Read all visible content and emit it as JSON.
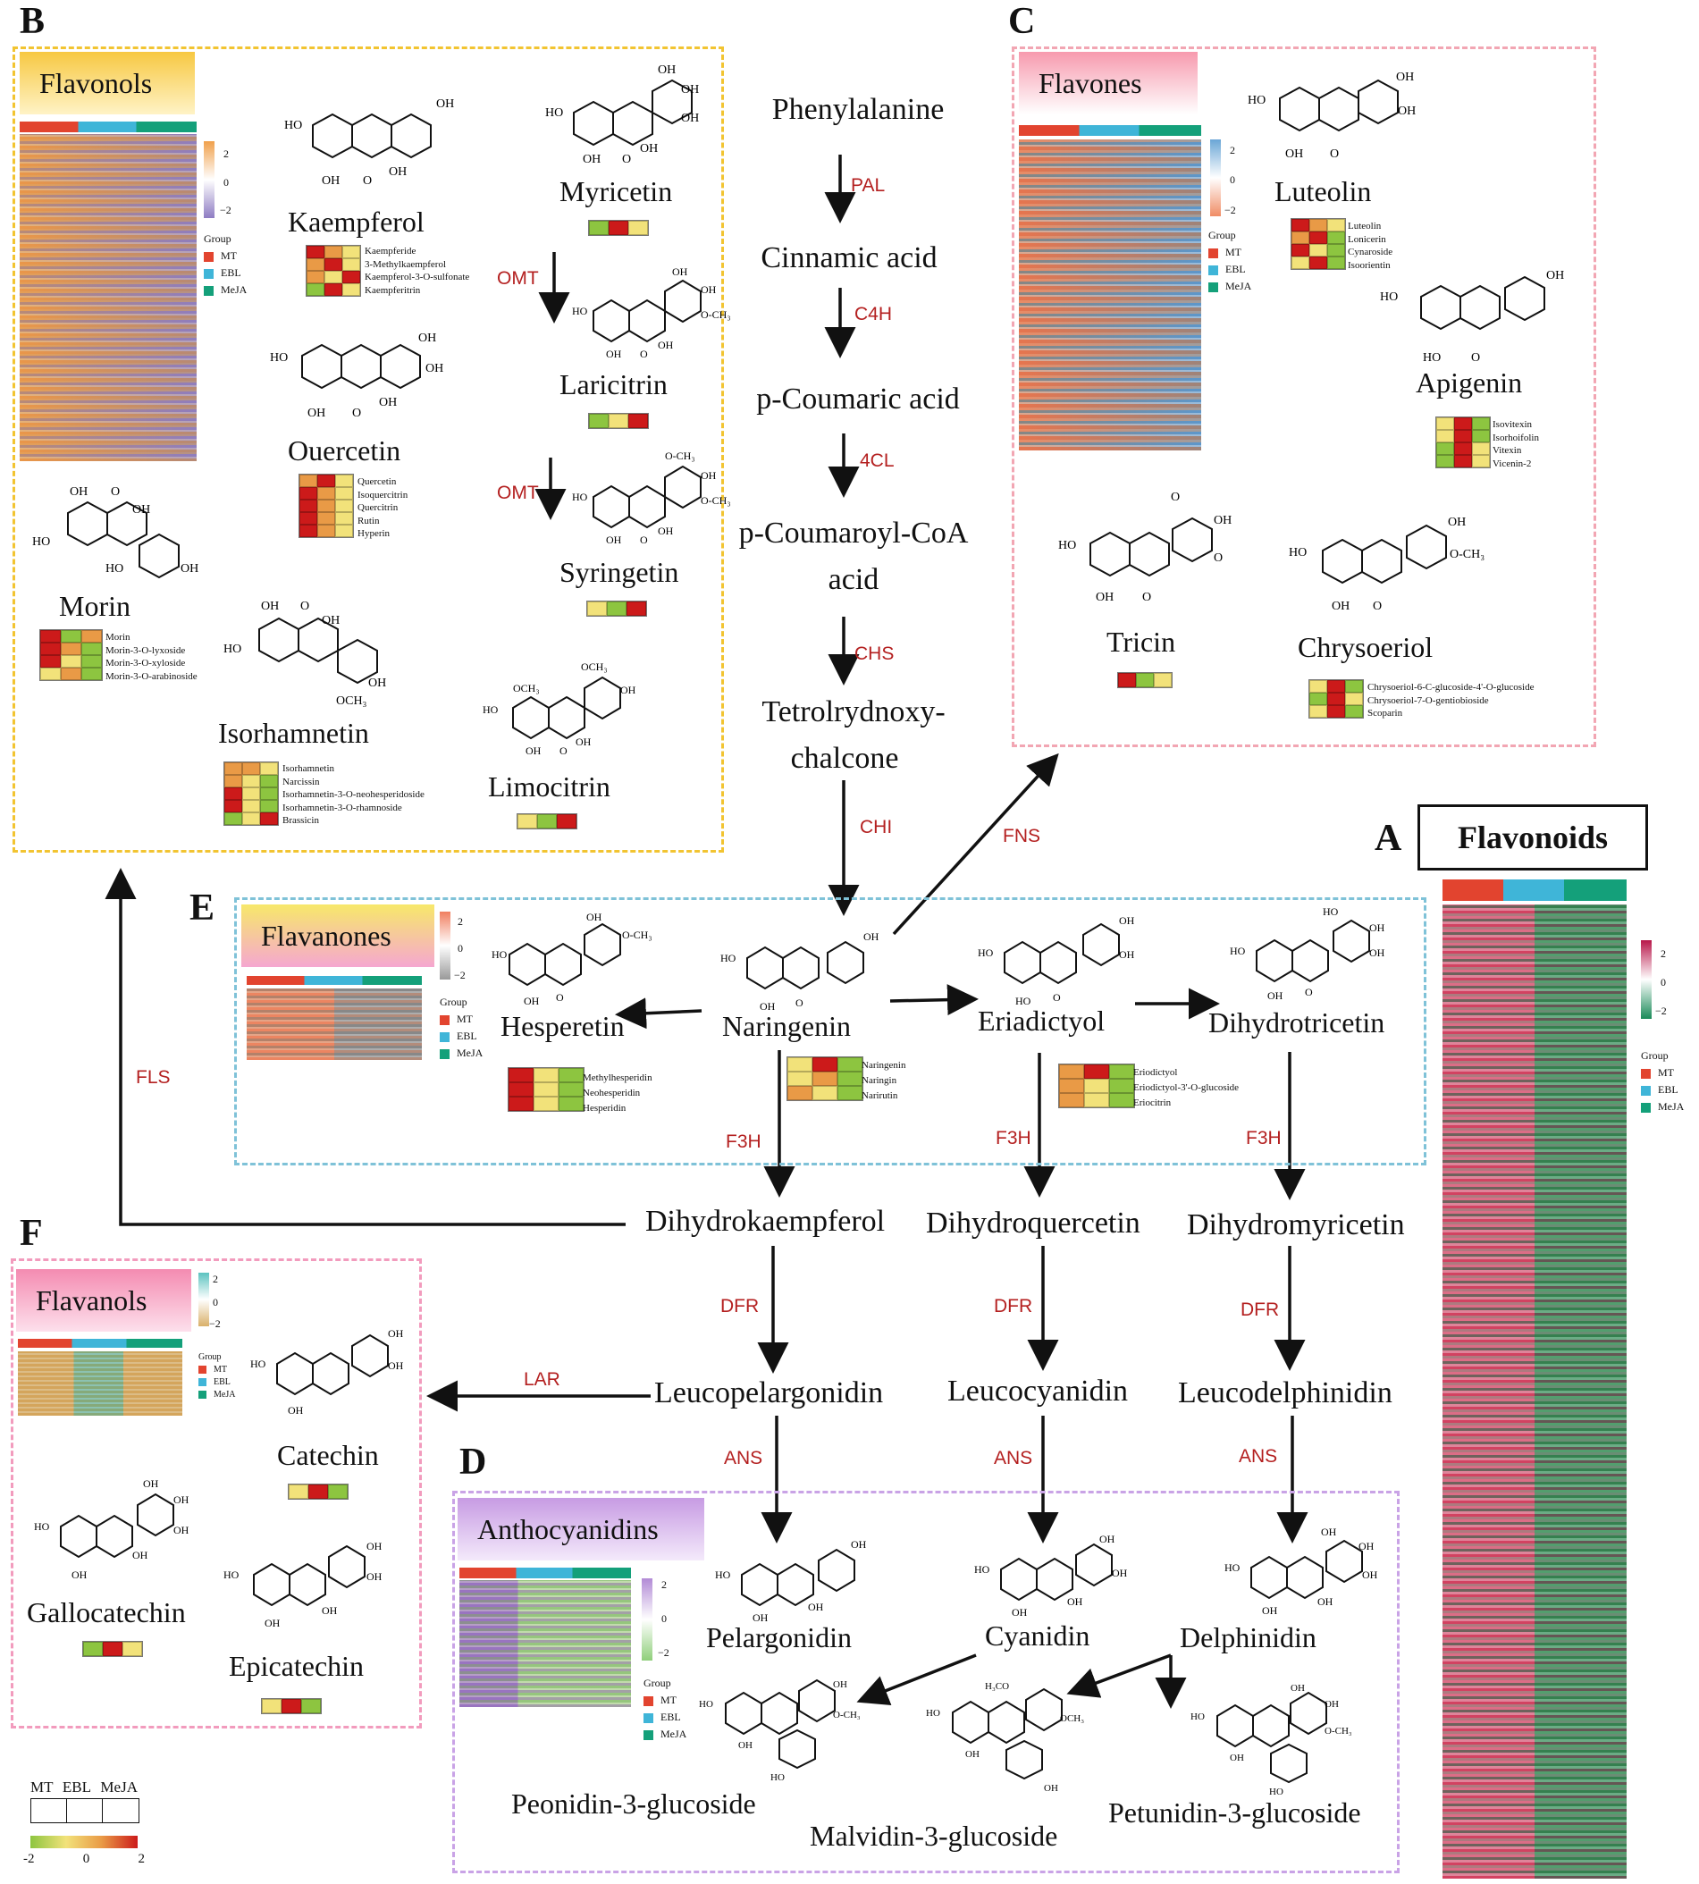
{
  "panel_letters": {
    "A": "A",
    "B": "B",
    "C": "C",
    "D": "D",
    "E": "E",
    "F": "F"
  },
  "panel_titles": {
    "flavonoids": "Flavonoids",
    "flavonols": "Flavonols",
    "flavones": "Flavones",
    "flavanones": "Flavanones",
    "flavanols": "Flavanols",
    "anthocyanidins": "Anthocyanidins"
  },
  "group_legend": {
    "title": "Group",
    "items": [
      {
        "label": "MT",
        "color": "#e2442f"
      },
      {
        "label": "EBL",
        "color": "#3fb5d8"
      },
      {
        "label": "MeJA",
        "color": "#14a07a"
      }
    ]
  },
  "colorbar_ticks": {
    "top": "2",
    "mid": "0",
    "bot": "−2"
  },
  "pathway": {
    "phenylalanine": "Phenylalanine",
    "cinnamic": "Cinnamic acid",
    "coumaric": "p-Coumaric acid",
    "coumaroyl_1": "p-Coumaroyl-CoA",
    "coumaroyl_2": "acid",
    "tetra_1": "Tetrolrydnoxy-",
    "tetra_2": "chalcone",
    "naringenin": "Naringenin",
    "eriadictyol": "Eriadictyol",
    "dihydrotricetin": "Dihydrotricetin",
    "hesperetin": "Hesperetin",
    "dhk": "Dihydrokaempferol",
    "dhq": "Dihydroquercetin",
    "dhm": "Dihydromyricetin",
    "leucopel": "Leucopelargonidin",
    "leucocya": "Leucocyanidin",
    "leucodel": "Leucodelphinidin",
    "pelargonidin": "Pelargonidin",
    "cyanidin": "Cyanidin",
    "delphinidin": "Delphinidin",
    "peonidin": "Peonidin-3-glucoside",
    "malvidin": "Malvidin-3-glucoside",
    "petunidin": "Petunidin-3-glucoside"
  },
  "enzymes": {
    "pal": "PAL",
    "c4h": "C4H",
    "fourcl": "4CL",
    "chs": "CHS",
    "chi": "CHI",
    "fns": "FNS",
    "fls": "FLS",
    "omt1": "OMT",
    "omt2": "OMT",
    "f3h1": "F3H",
    "f3h2": "F3H",
    "f3h3": "F3H",
    "dfr1": "DFR",
    "dfr2": "DFR",
    "dfr3": "DFR",
    "ans1": "ANS",
    "ans2": "ANS",
    "ans3": "ANS",
    "lar": "LAR"
  },
  "compounds": {
    "kaempferol": "Kaempferol",
    "quercetin": "Ouercetin",
    "morin": "Morin",
    "isorhamnetin": "Isorhamnetin",
    "myricetin": "Myricetin",
    "laricitrin": "Laricitrin",
    "syringetin": "Syringetin",
    "limocitrin": "Limocitrin",
    "luteolin": "Luteolin",
    "apigenin": "Apigenin",
    "tricin": "Tricin",
    "chrysoeriol": "Chrysoeriol",
    "catechin": "Catechin",
    "gallocatechin": "Gallocatechin",
    "epicatechin": "Epicatechin"
  },
  "mini_labels": {
    "kaempferol": [
      "Kaempferide",
      "3-Methylkaempferol",
      "Kaempferol-3-O-sulfonate",
      "Kaempferitrin"
    ],
    "quercetin": [
      "Quercetin",
      "Isoquercitrin",
      "Quercitrin",
      "Rutin",
      "Hyperin"
    ],
    "morin": [
      "Morin",
      "Morin-3-O-lyxoside",
      "Morin-3-O-xyloside",
      "Morin-3-O-arabinoside"
    ],
    "isorhamnetin": [
      "Isorhamnetin",
      "Narcissin",
      "Isorhamnetin-3-O-neohesperidoside",
      "Isorhamnetin-3-O-rhamnoside",
      "Brassicin"
    ],
    "luteolin": [
      "Luteolin",
      "Lonicerin",
      "Cynaroside",
      "Isoorientin"
    ],
    "apigenin": [
      "Isovitexin",
      "Isorhoifolin",
      "Vitexin",
      "Vicenin-2"
    ],
    "chrysoeriol": [
      "Chrysoeriol-6-C-glucoside-4'-O-glucoside",
      "Chrysoeriol-7-O-gentiobioside",
      "Scoparin"
    ],
    "hesperetin": [
      "Methylhesperidin",
      "Neohesperidin",
      "Hesperidin"
    ],
    "naringenin": [
      "Naringenin",
      "Naringin",
      "Narirutin"
    ],
    "eriodictyol": [
      "Eriodictyol",
      "Eriodictyol-3'-O-glucoside",
      "Eriocitrin"
    ]
  },
  "bottom_legend": {
    "cols": [
      "MT",
      "EBL",
      "MeJA"
    ],
    "ticks": [
      "-2",
      "0",
      "2"
    ]
  },
  "colors": {
    "red": "#cc1a1a",
    "orange": "#e99a46",
    "yellow": "#f2e27a",
    "green": "#8dc540",
    "flavonol_tag": "#f7c842",
    "flavone_tag": "#f7a7b6",
    "flavanone_tag": "#f7d86a",
    "flavanol_tag": "#f48bb1",
    "antho_tag": "#c79be3"
  }
}
